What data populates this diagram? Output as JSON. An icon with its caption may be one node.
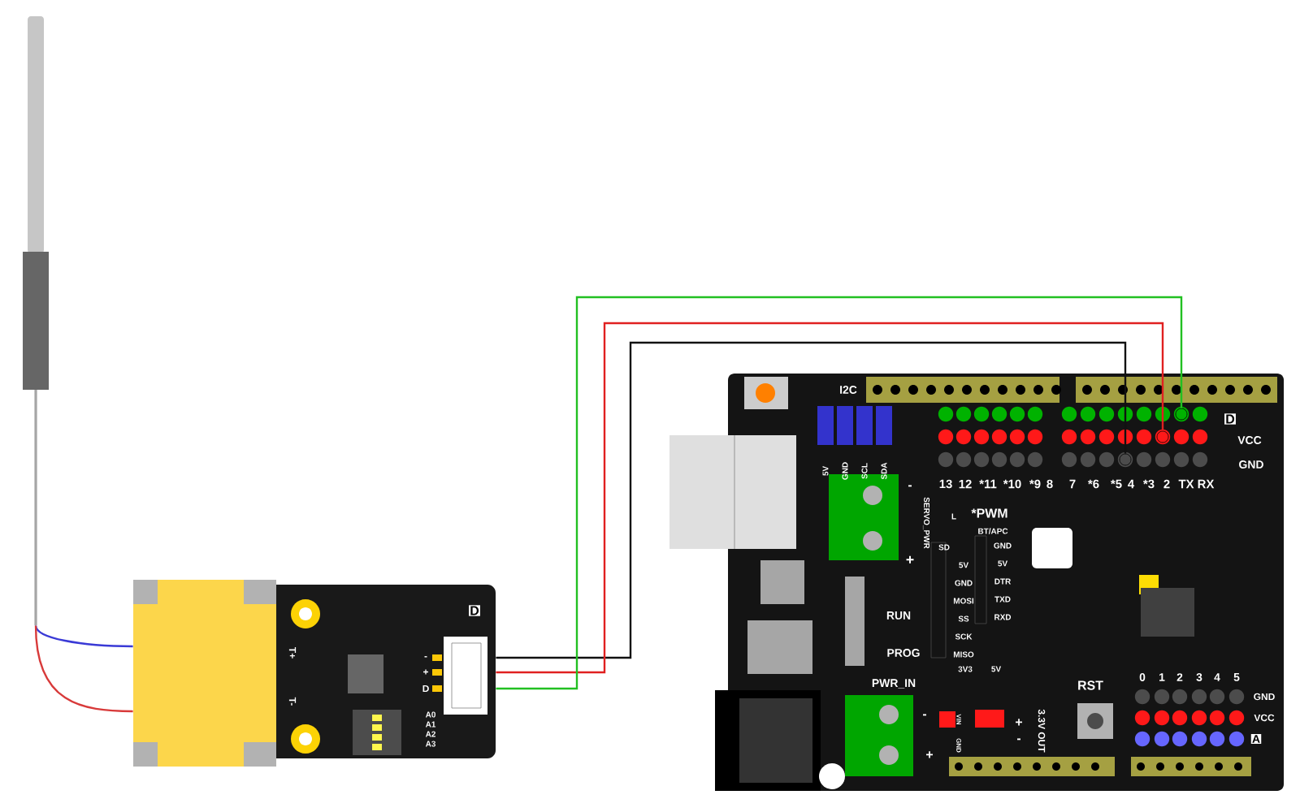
{
  "diagram": {
    "nodes": [
      {
        "text": [],
        "shape": "picture"
      },
      {
        "text": [
          "D",
          "T+",
          "T-",
          "-",
          "+",
          "D",
          "A0",
          "A1",
          "A2",
          "A3"
        ]
      },
      {
        "text": [
          "I2C",
          "5V",
          "GND",
          "SCL",
          "SDA",
          "D",
          "VCC",
          "GND",
          "-",
          "+",
          "SERVO_PWR",
          "13",
          "12",
          "*11",
          "*10",
          "*9",
          "8",
          "7",
          "*6",
          "*5",
          "4",
          "*3",
          "2",
          "TX",
          "RX",
          "L",
          "*PWM",
          "BT/APC",
          "GND",
          "5V",
          "DTR",
          "TXD",
          "RXD",
          "SD",
          "5V",
          "GND",
          "MOSI",
          "SS",
          "SCK",
          "MISO",
          "RUN",
          "PROG",
          "PWR_IN",
          "3V3",
          "5V",
          "RST",
          "0",
          "1",
          "2",
          "3",
          "4",
          "5",
          "GND",
          "VCC",
          "A",
          "-",
          "+",
          "VIN",
          "GND",
          "+",
          "-",
          "3.3V OUT"
        ]
      },
      {
        "text": [],
        "shape": "circle",
        "in": 2
      },
      {
        "text": [],
        "shape": "circle",
        "in": 2
      },
      {
        "text": [],
        "shape": "circle",
        "in": 2
      }
    ],
    "edges": [
      {
        "from": 0,
        "to": 1,
        "arrow": "none",
        "color": "#3a3ad6"
      },
      {
        "from": 0,
        "to": 1,
        "arrow": "none",
        "color": "#d83a3a"
      },
      {
        "from": 1,
        "to": 3,
        "arrow": "none",
        "color": "#111111"
      },
      {
        "from": 1,
        "to": 4,
        "arrow": "none",
        "color": "#e02020"
      },
      {
        "from": 1,
        "to": 5,
        "arrow": "none",
        "color": "#22c022"
      }
    ]
  }
}
